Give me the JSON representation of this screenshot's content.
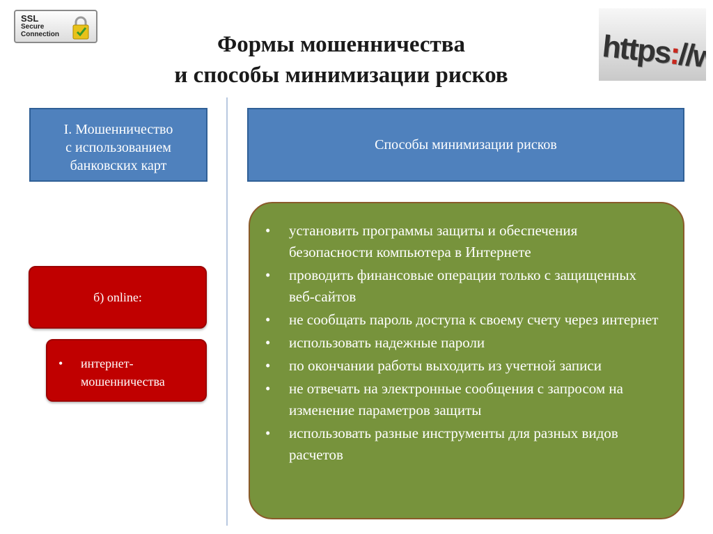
{
  "badge": {
    "line1": "SSL",
    "line2": "Secure",
    "line3": "Connection"
  },
  "title": {
    "line1": "Формы мошенничества",
    "line2": "и способы минимизации рисков"
  },
  "https_image": {
    "text_main": "https",
    "text_colon": ":",
    "text_tail": "//www."
  },
  "left_header": {
    "line1": "I. Мошенничество",
    "line2": "с использованием",
    "line3": "банковских карт"
  },
  "right_header": "Способы минимизации рисков",
  "online_box": "б) online:",
  "fraud_list": {
    "bullet": "•",
    "line1": "интернет-",
    "line2": "мошенничества"
  },
  "methods": {
    "bullet": "•",
    "items": [
      "установить программы защиты и обеспечения безопасности компьютера в Интернете",
      "проводить финансовые операции только с защищенных веб-сайтов",
      "не сообщать пароль доступа к своему счету через интернет",
      "использовать надежные пароли",
      "по окончании работы выходить из учетной записи",
      "не отвечать на электронные сообщения с запросом на изменение параметров защиты",
      "использовать разные инструменты для разных видов расчетов"
    ]
  },
  "colors": {
    "blue_box": "#4f81bd",
    "red_box": "#c00000",
    "green_box": "#77933c"
  }
}
